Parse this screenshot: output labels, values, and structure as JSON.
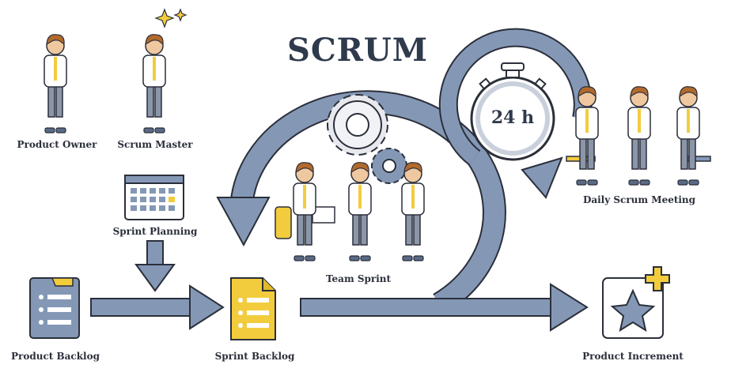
{
  "title": "SCRUM",
  "timer_label": "24 h",
  "roles": {
    "product_owner": "Product Owner",
    "scrum_master": "Scrum Master"
  },
  "steps": {
    "sprint_planning": "Sprint Planning",
    "product_backlog": "Product Backlog",
    "sprint_backlog": "Sprint Backlog",
    "team_sprint": "Team Sprint",
    "daily_scrum": "Daily Scrum Meeting",
    "product_increment": "Product Increment"
  },
  "colors": {
    "arrow": "#7f93b2",
    "arrow_dark": "#6a7f9f",
    "outline": "#2b2f3a",
    "yellow": "#f2cc3d",
    "skin": "#f0c8a0",
    "hair": "#b26a2c",
    "shirt_blue": "#7f93b2",
    "pants": "#8b96a8"
  }
}
